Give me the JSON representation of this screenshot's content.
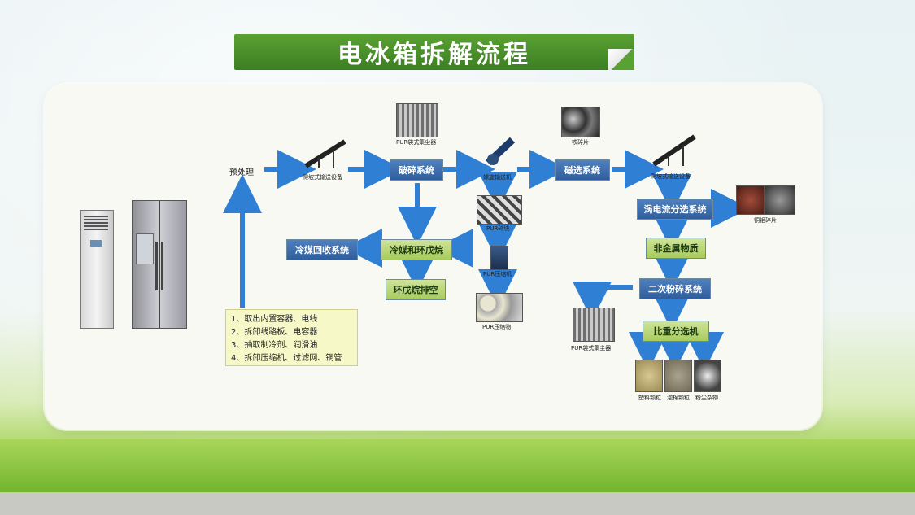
{
  "title": "电冰箱拆解流程",
  "nodes": {
    "pretreat": "预处理",
    "crush": "破碎系统",
    "magnetic": "磁选系统",
    "eddy": "涡电流分选系统",
    "nonmetal": "非金属物质",
    "secondary": "二次粉碎系统",
    "gravity": "比重分选机",
    "refrig_recovery": "冷媒回收系统",
    "refrig_cyclo": "冷媒和环戊烷",
    "cyclo_vent": "环戊烷排空"
  },
  "labels": {
    "conveyor1": "爬坡式输送设备",
    "conveyor2": "爬坡式输送设备",
    "pur_bag1": "PUR袋式集尘器",
    "pur_bag2": "PUR袋式集尘器",
    "screw": "螺旋输送机",
    "iron": "铁碎片",
    "pur_block": "PUR碎块",
    "pur_press": "PUR压缩机",
    "pur_pressed": "PUR压缩物",
    "copper_al": "铜铝碎片",
    "plastic": "塑料颗粒",
    "foam": "泡棉颗粒",
    "dust": "粉尘杂物"
  },
  "steps": [
    "1、取出内置容器、电线",
    "2、拆卸线路板、电容器",
    "3、抽取制冷剂、润滑油",
    "4、拆卸压缩机、过滤网、铜管"
  ],
  "colors": {
    "arrow": "#2f7fd4",
    "title_green": "#3b7f22",
    "box_blue": "#2f5e9c",
    "box_green": "#a8cc5d"
  }
}
